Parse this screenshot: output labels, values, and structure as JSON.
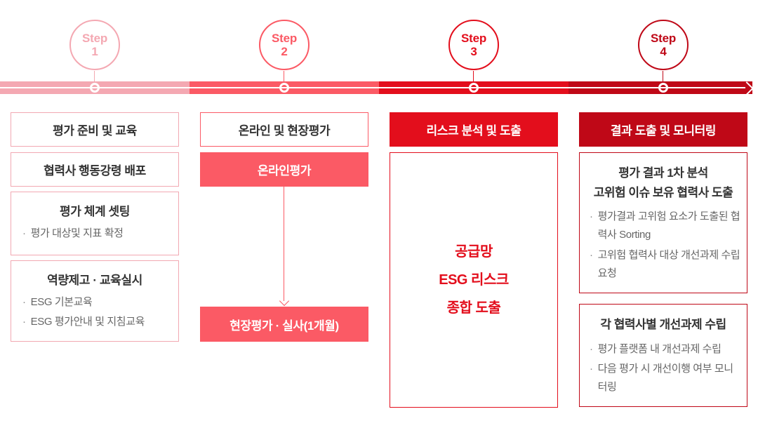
{
  "ui": {
    "bullet_char": "·"
  },
  "colors": {
    "step1": "#F4A8B2",
    "step2": "#FB5A65",
    "step3": "#E30E1C",
    "step4": "#BF0817",
    "title_text": "#333333",
    "bullet_text": "#666666",
    "background": "#FFFFFF"
  },
  "steps": [
    {
      "label": "Step",
      "number": "1"
    },
    {
      "label": "Step",
      "number": "2"
    },
    {
      "label": "Step",
      "number": "3"
    },
    {
      "label": "Step",
      "number": "4"
    }
  ],
  "step1": {
    "boxes": [
      {
        "title": "평가 준비 및 교육"
      },
      {
        "title": "협력사 행동강령 배포"
      },
      {
        "title": "평가 체계 셋팅",
        "bullets": [
          "평가 대상및 지표 확정"
        ]
      },
      {
        "title": "역량제고 · 교육실시",
        "bullets": [
          "ESG 기본교육",
          "ESG 평가안내 및 지침교육"
        ]
      }
    ]
  },
  "step2": {
    "boxes": [
      {
        "title": "온라인 및 현장평가"
      },
      {
        "title": "온라인평가"
      },
      {
        "title": "현장평가 · 실사(1개월)"
      }
    ]
  },
  "step3": {
    "header": "리스크 분석 및 도출",
    "body": "공급망\nESG 리스크\n종합 도출"
  },
  "step4": {
    "header": "결과 도출 및 모니터링",
    "boxes": [
      {
        "title": "평가 결과 1차 분석\n고위험 이슈 보유 협력사 도출",
        "bullets": [
          "평가결과 고위험 요소가 도출된 협력사 Sorting",
          "고위험 협력사 대상 개선과제 수립 요청"
        ]
      },
      {
        "title": "각 협력사별 개선과제 수립",
        "bullets": [
          "평가 플랫폼 내 개선과제 수립",
          "다음 평가 시 개선이행 여부 모니터링"
        ]
      }
    ]
  }
}
